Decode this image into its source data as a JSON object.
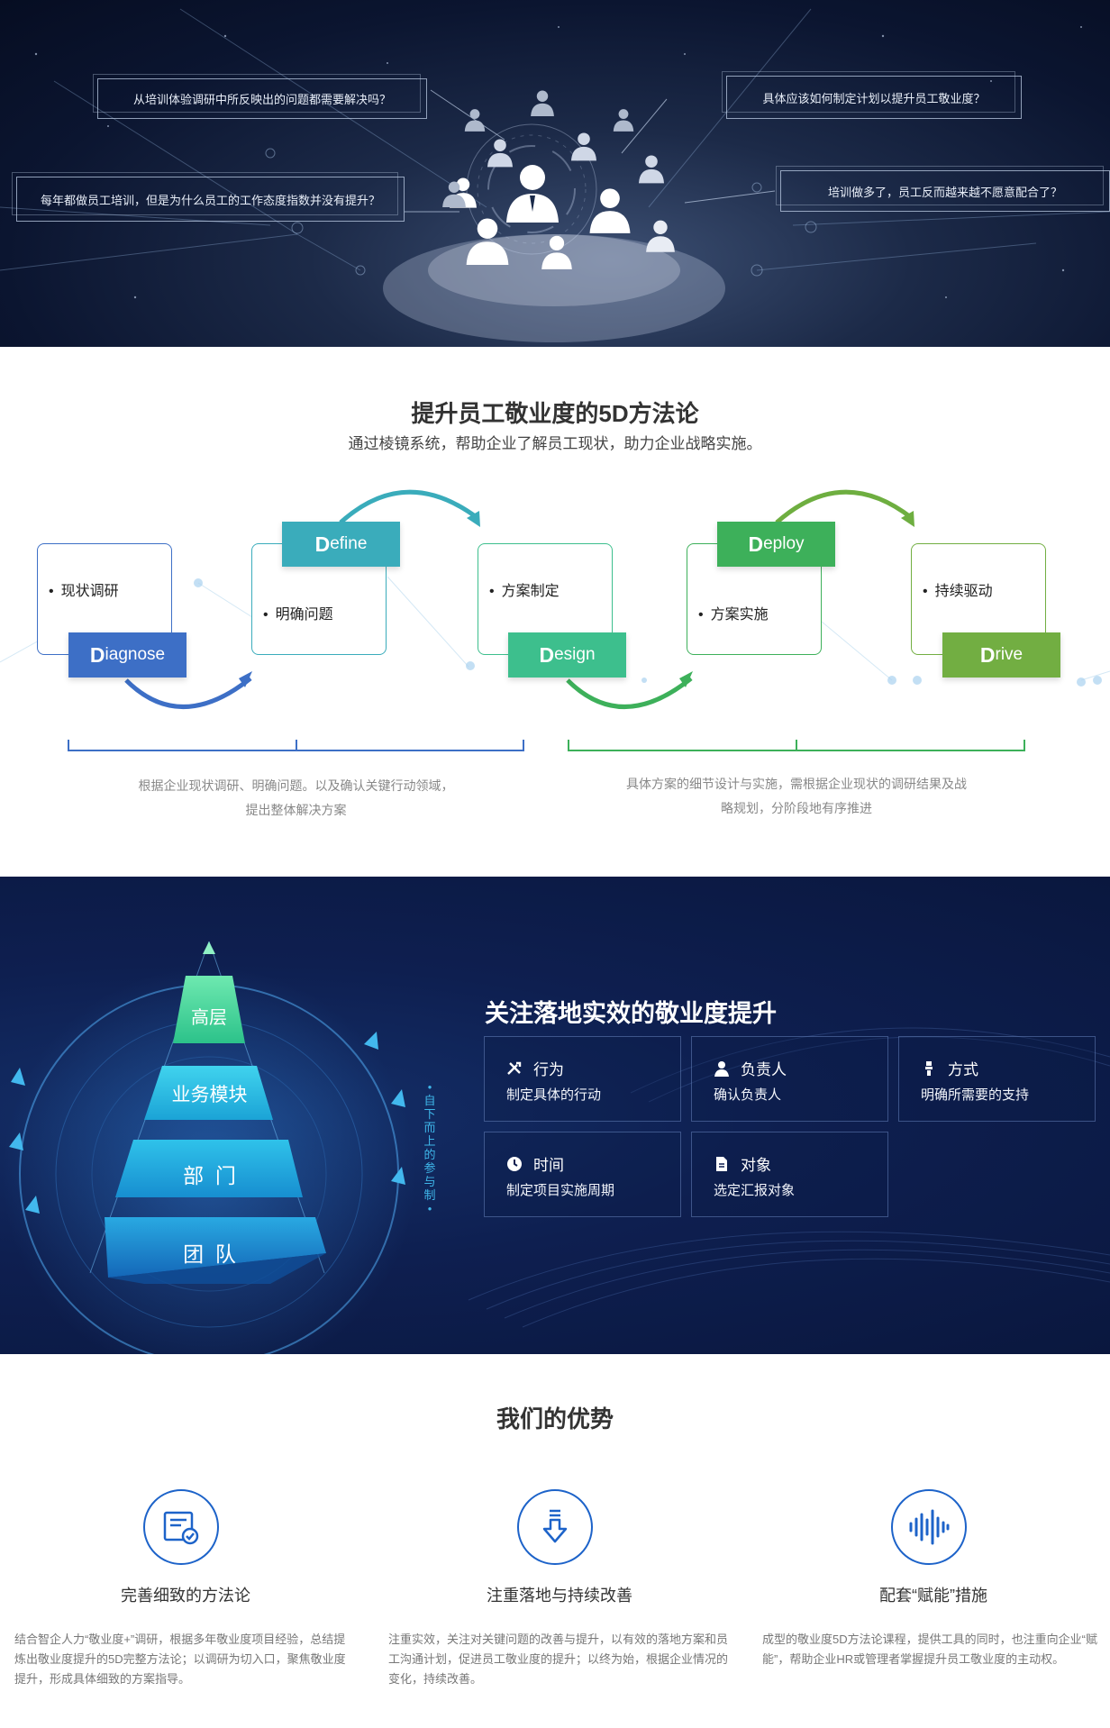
{
  "hero": {
    "questions": [
      "从培训体验调研中所反映出的问题都需要解决吗？",
      "每年都做员工培训，但是为什么员工的工作态度指数并没有提升？",
      "具体应该如何制定计划以提升员工敬业度？",
      "培训做多了，员工反而越来越不愿意配合了？"
    ]
  },
  "fived": {
    "title": "提升员工敬业度的5D方法论",
    "subtitle": "通过棱镜系统，帮助企业了解员工现状，助力企业战略实施。",
    "cards": [
      {
        "text": "现状调研",
        "tag_initial": "D",
        "tag_rest": "iagnose",
        "color": "#3d6fc6"
      },
      {
        "text": "明确问题",
        "tag_initial": "D",
        "tag_rest": "efine",
        "color": "#3aacbb"
      },
      {
        "text": "方案制定",
        "tag_initial": "D",
        "tag_rest": "esign",
        "color": "#3dbf8d"
      },
      {
        "text": "方案实施",
        "tag_initial": "D",
        "tag_rest": "eploy",
        "color": "#3db05a"
      },
      {
        "text": "持续驱动",
        "tag_initial": "D",
        "tag_rest": "rive",
        "color": "#72ae42"
      }
    ],
    "desc_left": [
      "根据企业现状调研、明确问题。以及确认关键行动领域，",
      "提出整体解决方案"
    ],
    "desc_right": [
      "具体方案的细节设计与实施，需根据企业现状的调研结果及战",
      "略规划，分阶段地有序推进"
    ]
  },
  "focus": {
    "title": "关注落地实效的敬业度提升",
    "pyramid": [
      "高层",
      "业务模块",
      "部  门",
      "团  队"
    ],
    "vertical_text": "自下而上的参与制",
    "items": [
      {
        "icon": "tools-icon",
        "title": "行为",
        "desc": "制定具体的行动"
      },
      {
        "icon": "person-icon",
        "title": "负责人",
        "desc": "确认负责人"
      },
      {
        "icon": "stand-icon",
        "title": "方式",
        "desc": "明确所需要的支持"
      },
      {
        "icon": "clock-icon",
        "title": "时间",
        "desc": "制定项目实施周期"
      },
      {
        "icon": "document-icon",
        "title": "对象",
        "desc": "选定汇报对象"
      }
    ]
  },
  "advantages": {
    "title": "我们的优势",
    "items": [
      {
        "icon": "checklist-icon",
        "name": "完善细致的方法论",
        "text": "结合智企人力“敬业度+”调研，根据多年敬业度项目经验，总结提炼出敬业度提升的5D完整方法论；以调研为切入口，聚焦敬业度提升，形成具体细致的方案指导。"
      },
      {
        "icon": "down-arrow-icon",
        "name": "注重落地与持续改善",
        "text": "注重实效，关注对关键问题的改善与提升，以有效的落地方案和员工沟通计划，促进员工敬业度的提升；以终为始，根据企业情况的变化，持续改善。"
      },
      {
        "icon": "soundwave-icon",
        "name": "配套“赋能”措施",
        "text": "成型的敬业度5D方法论课程，提供工具的同时，也注重向企业“赋能”，帮助企业HR或管理者掌握提升员工敬业度的主动权。"
      }
    ]
  }
}
